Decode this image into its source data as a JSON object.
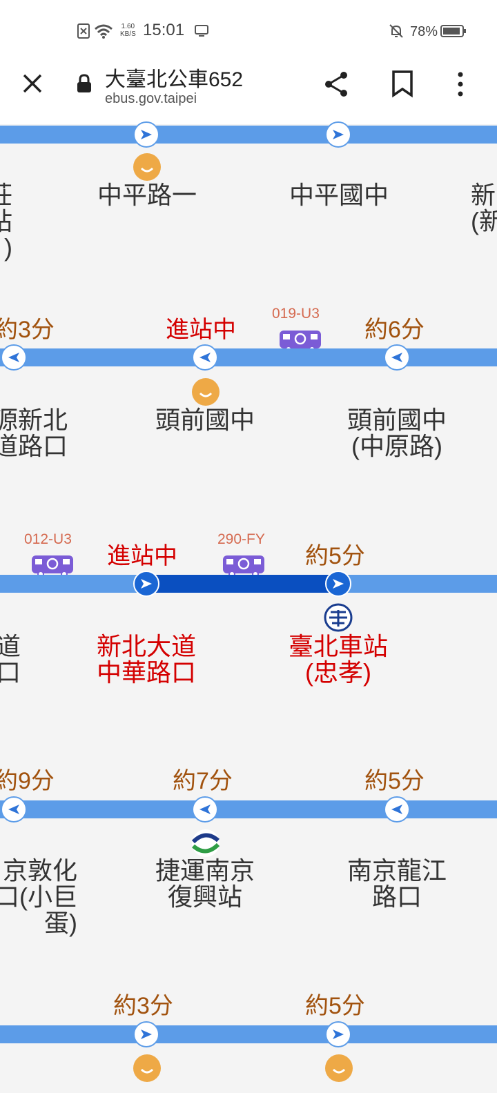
{
  "status_bar": {
    "speed": "1.60",
    "speed_unit": "KB/S",
    "time": "15:01",
    "battery": "78%"
  },
  "browser": {
    "title": "大臺北公車652",
    "url": "ebus.gov.taipei"
  },
  "rows": [
    {
      "stops": [
        "中平路一",
        "中平國中"
      ],
      "edge_right": "新\n(新",
      "edge_left": "莊\n站\n)"
    },
    {
      "etas": [
        "約3分",
        "進站中",
        "約6分"
      ],
      "plate": "019-U3",
      "stops": [
        "頭前國中",
        "頭前國中\n(中原路)"
      ],
      "edge_left": "源新北\n道路口"
    },
    {
      "etas": [
        "進站中",
        "約5分"
      ],
      "plates": [
        "012-U3",
        "290-FY"
      ],
      "stops": [
        "新北大道\n中華路口",
        "臺北車站\n(忠孝)"
      ],
      "edge_left": "道\n口"
    },
    {
      "etas": [
        "約9分",
        "約7分",
        "約5分"
      ],
      "stops": [
        "捷運南京\n復興站",
        "南京龍江\n路口"
      ],
      "edge_left": "京敦化\n口(小巨\n蛋)"
    },
    {
      "etas": [
        "約3分",
        "約5分"
      ]
    }
  ],
  "colors": {
    "track": "#5c9ce8",
    "active_track": "#0a4fc0",
    "eta": "#a1520e",
    "arriving": "#d40000",
    "bus": "#7b5cd6"
  }
}
